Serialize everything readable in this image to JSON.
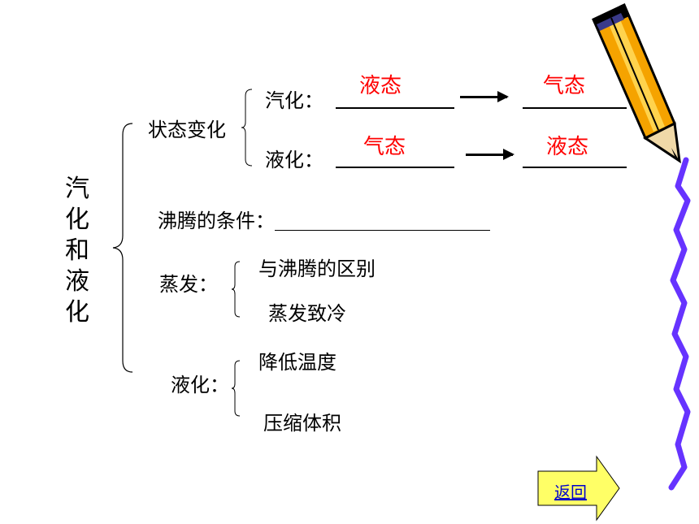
{
  "title_vertical": "汽化和液化",
  "branches": {
    "state_change": {
      "label": "状态变化",
      "vaporization": {
        "label": "汽化：",
        "from": "液态",
        "to": "气态"
      },
      "liquefaction": {
        "label": "液化：",
        "from": "气态",
        "to": "液态"
      }
    },
    "boiling": {
      "label": "沸腾的条件："
    },
    "evaporation": {
      "label": "蒸发：",
      "items": [
        "与沸腾的区别",
        "蒸发致冷"
      ]
    },
    "liquefy_methods": {
      "label": "液化：",
      "items": [
        "降低温度",
        "压缩体积"
      ]
    }
  },
  "return_button": {
    "label": "返回",
    "color": "#ffff66"
  },
  "colors": {
    "answer": "#ff0000",
    "squiggle": "#6633ff"
  }
}
